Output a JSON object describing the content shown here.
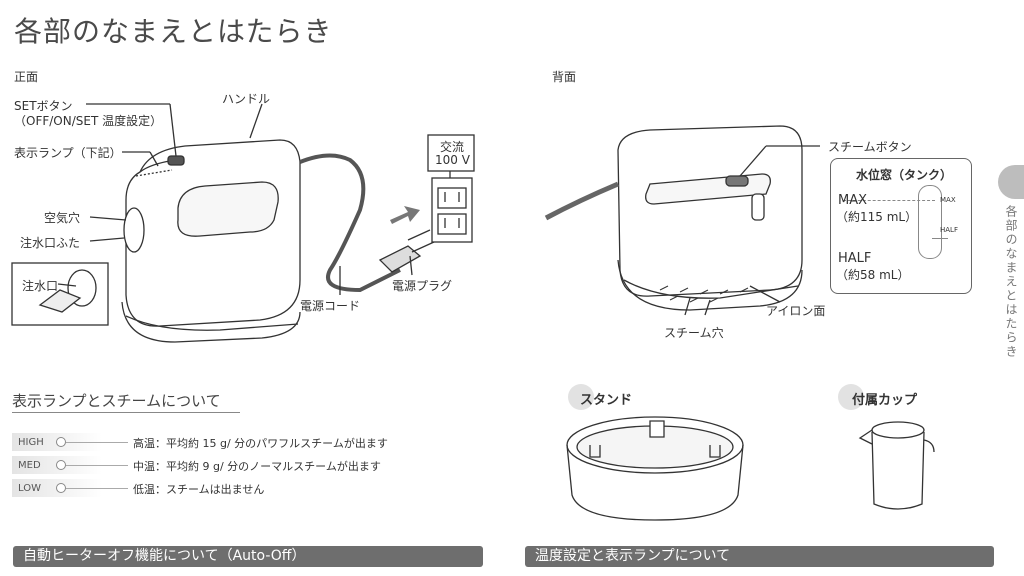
{
  "title": "各部のなまえとはたらき",
  "front": {
    "heading": "正面",
    "set_button_line1": "SETボタン",
    "set_button_line2": "（OFF/ON/SET 温度設定）",
    "lamp": "表示ランプ（下記）",
    "handle": "ハンドル",
    "air_hole": "空気穴",
    "inlet_cover": "注水口ふた",
    "inlet": "注水口",
    "power_cord": "電源コード",
    "plug": "電源プラグ",
    "ac_line1": "交流",
    "ac_line2": "100 V"
  },
  "back": {
    "heading": "背面",
    "steam_button": "スチームボタン",
    "steam_holes": "スチーム穴",
    "iron_face": "アイロン面",
    "water_window": {
      "title": "水位窓（タンク）",
      "max_label": "MAX",
      "max_sub": "（約115 mL）",
      "half_label": "HALF",
      "half_sub": "（約58 mL）",
      "tick_max": "MAX",
      "tick_half": "HALF"
    }
  },
  "side_tab": "各部のなまえとはたらき",
  "lamps": {
    "title": "表示ランプとスチームについて",
    "rows": [
      {
        "name": "HIGH",
        "desc": "高温：平均約 15 g/ 分のパワフルスチームが出ます"
      },
      {
        "name": "MED",
        "desc": "中温：平均約 9 g/ 分のノーマルスチームが出ます"
      },
      {
        "name": "LOW",
        "desc": "低温：スチームは出ません"
      }
    ]
  },
  "accessories": {
    "stand": "スタンド",
    "cup": "付属カップ"
  },
  "bottom": {
    "left": "自動ヒーターオフ機能について（Auto-Off）",
    "right": "温度設定と表示ランプについて"
  },
  "colors": {
    "bar": "#6e6e6e",
    "pill": "#e2e2e2",
    "line": "#333333"
  }
}
